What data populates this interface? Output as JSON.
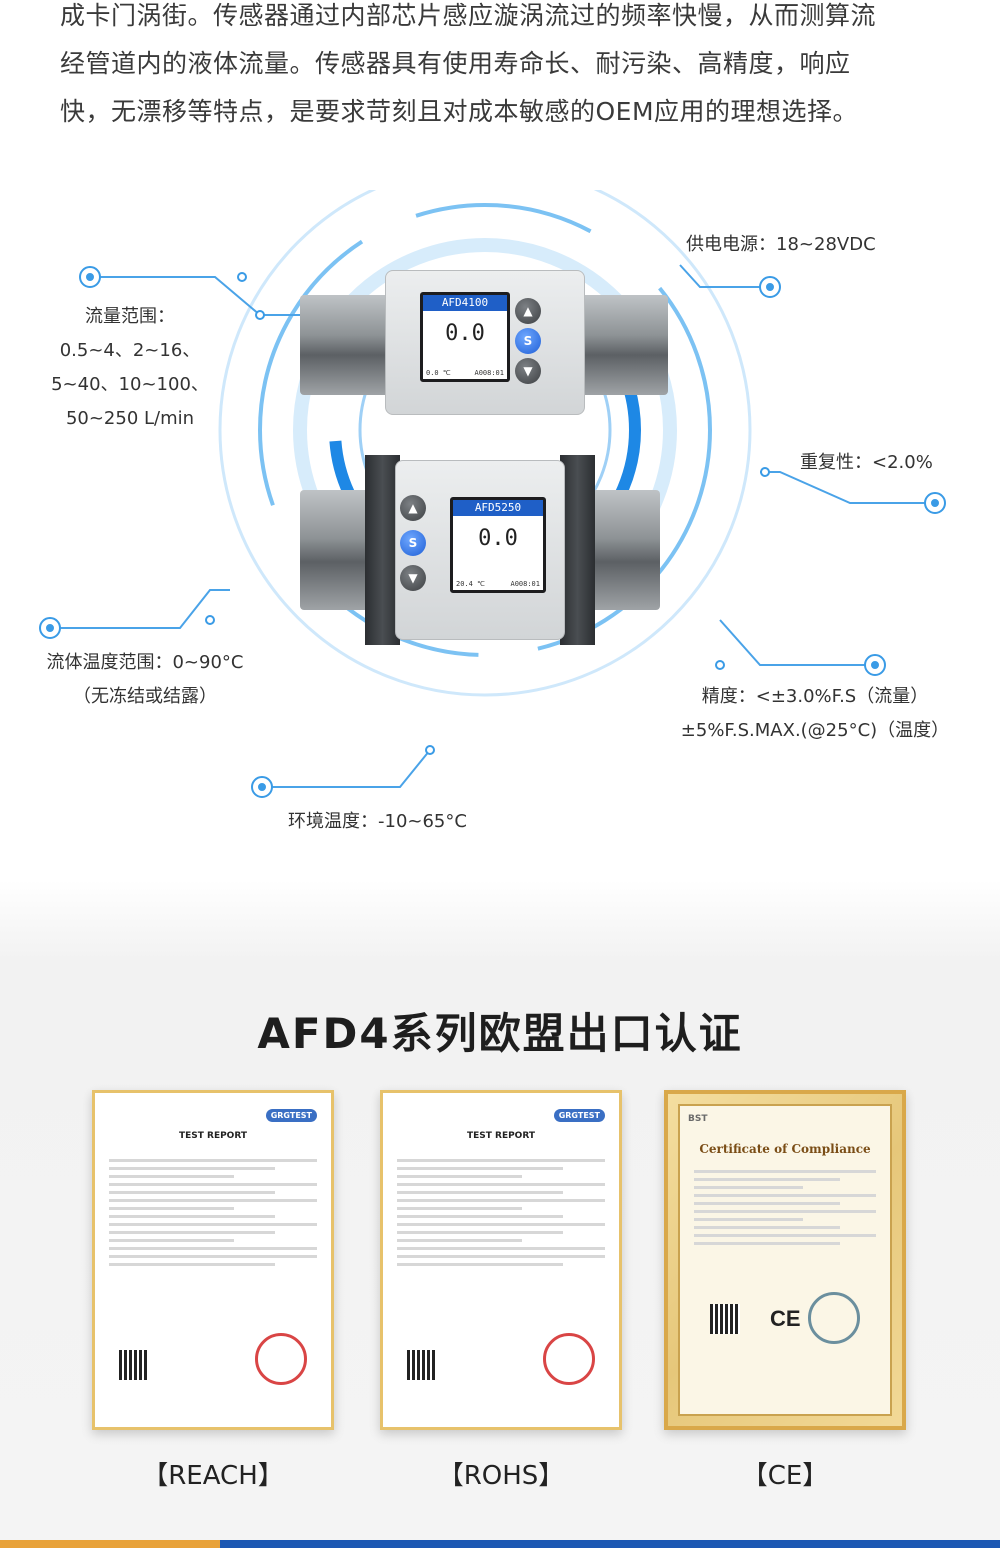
{
  "intro": {
    "line1": "成卡门涡街。传感器通过内部芯片感应漩涡流过的频率快慢，从而测算流",
    "line2": "经管道内的液体流量。传感器具有使用寿命长、耐污染、高精度，响应",
    "line3": "快，无漂移等特点，是要求苛刻且对成本敏感的OEM应用的理想选择。"
  },
  "specs": {
    "power": "供电电源：18~28VDC",
    "flow_range_title": "流量范围：",
    "flow_range_1": "0.5~4、2~16、",
    "flow_range_2": "5~40、10~100、",
    "flow_range_3": "50~250 L/min",
    "repeatability": "重复性：<2.0%",
    "fluid_temp_1": "流体温度范围：0~90°C",
    "fluid_temp_2": "（无冻结或结露）",
    "accuracy_1": "精度：<±3.0%F.S（流量）",
    "accuracy_2": "±5%F.S.MAX.(@25°C)（温度）",
    "ambient_temp": "环境温度：-10~65°C"
  },
  "devices": {
    "dev1_model": "AFD4100",
    "dev1_value": "0.0",
    "dev1_foot_left": "0.0 ℃",
    "dev1_foot_right": "A008:01",
    "dev2_model": "AFD5250",
    "dev2_value": "0.0",
    "dev2_foot_left": "20.4 ℃",
    "dev2_foot_right": "A008:01"
  },
  "certs": {
    "section_title": "AFD4系列欧盟出口认证",
    "reach_label": "【REACH】",
    "rohs_label": "【ROHS】",
    "ce_label": "【CE】",
    "report_title": "TEST REPORT",
    "report_logo": "GRGTEST",
    "ce_title": "Certificate of Compliance",
    "ce_logo": "BST",
    "ce_mark": "CE"
  },
  "colors": {
    "accent_blue": "#1e88e5",
    "ring_blue": "#5bb0f0",
    "bar_orange": "#e8a23a",
    "bar_blue": "#1c58b3"
  }
}
